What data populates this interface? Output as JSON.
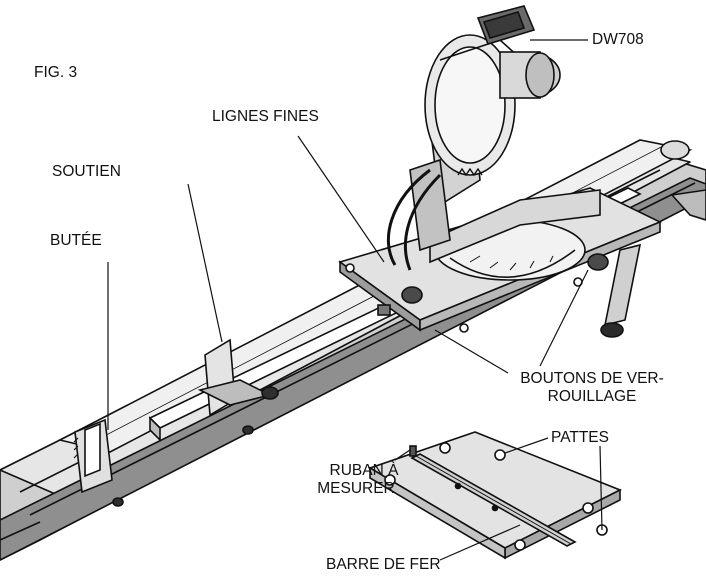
{
  "figure": {
    "label": "FIG. 3"
  },
  "labels": {
    "model": "DW708",
    "fine_lines": "LIGNES FINES",
    "support": "SOUTIEN",
    "stop": "BUTÉE",
    "lock_knobs_line1": "BOUTONS DE VER-",
    "lock_knobs_line2": "ROUILLAGE",
    "tabs": "PATTES",
    "tape_line1": "RUBAN À",
    "tape_line2": "MESURER",
    "iron_bar": "BARRE DE FER"
  },
  "colors": {
    "ink": "#111111",
    "metal": "#d9d9d9",
    "shade": "#9a9a9a",
    "dark": "#3a3a3a"
  }
}
